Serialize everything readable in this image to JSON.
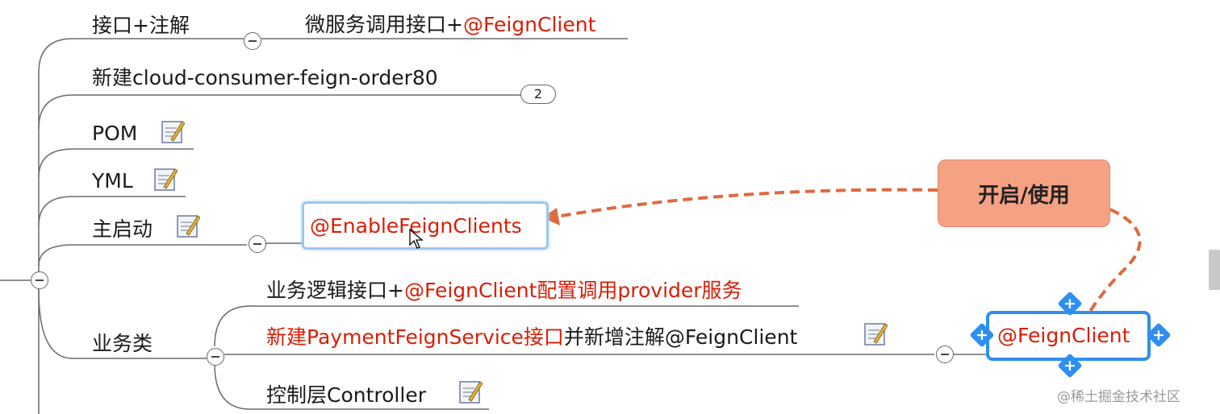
{
  "topics": {
    "interface_annotation": "接口+注解",
    "microservice_call": "微服务调用接口+",
    "feign_client_1": "@FeignClient",
    "new_module": "新建cloud-consumer-feign-order80",
    "new_module_count": "2",
    "pom": "POM",
    "yml": "YML",
    "main_start": "主启动",
    "enable_feign_clients": "@EnableFeignClients",
    "business_class": "业务类",
    "business_logic_prefix": "业务逻辑接口+",
    "business_logic_red": "@FeignClient配置调用provider服务",
    "new_service_red": "新建PaymentFeignService接口",
    "new_service_suffix": "并新增注解@FeignClient",
    "controller": "控制层Controller",
    "feign_client_2": "@FeignClient"
  },
  "callout": {
    "label": "开启/使用"
  },
  "watermark": "@稀土掘金技术社区",
  "colors": {
    "red_text": "#d81e06",
    "callout_fill": "#f5a184",
    "relation_line": "#e0693e",
    "selection_blue": "#2f8ff0",
    "selection_light": "#9cc7ee",
    "branch_line": "#6b6b6b"
  },
  "icons": {
    "note": "note-icon",
    "collapse": "collapse-minus-icon",
    "cursor": "mouse-pointer-icon"
  }
}
